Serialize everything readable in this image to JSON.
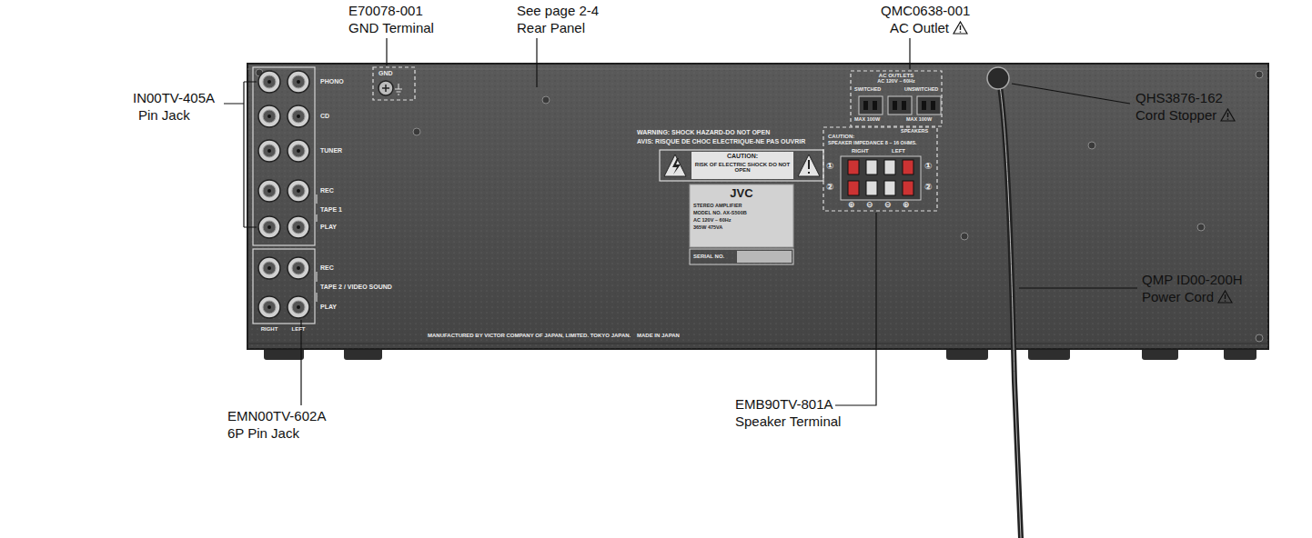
{
  "diagram": {
    "labels": [
      "E70078-001",
      "GND Terminal",
      "See page 2-4",
      "Rear Panel",
      "QMC0638-001",
      "AC Outlet",
      "IN00TV-405A",
      "Pin Jack",
      "QHS3876-162",
      "Cord Stopper",
      "EMN00TV-602A",
      "6P Pin Jack",
      "EMB90TV-801A",
      "Speaker Terminal",
      "QMP ID00-200H",
      "Power Cord",
      "PHONO",
      "CD",
      "TUNER",
      "REC",
      "TAPE 1",
      "PLAY",
      "REC",
      "TAPE 2 / VIDEO SOUND",
      "PLAY",
      "RIGHT",
      "LEFT",
      "GND",
      "WARNING: SHOCK HAZARD-DO NOT OPEN",
      "AVIS: RISQUE DE CHOC ELECTRIQUE-NE PAS OUVRIR",
      "CAUTION:",
      "RISK OF ELECTRIC SHOCK DO NOT OPEN",
      "JVC",
      "STEREO AMPLIFIER",
      "MODEL NO. AX-S500B",
      "AC 120V ~ 60Hz",
      "365W 475VA",
      "SERIAL NO.",
      "MANUFACTURED BY VICTOR COMPANY OF JAPAN, LIMITED. TOKYO JAPAN.",
      "MADE IN JAPAN",
      "AC OUTLETS",
      "AC 120V ~ 60Hz",
      "SWITCHED",
      "UNSWITCHED",
      "MAX 100W",
      "MAX 100W",
      "SPEAKERS",
      "CAUTION:",
      "SPEAKER IMPEDANCE 8 ~ 16 OHMS.",
      "RIGHT",
      "LEFT",
      "①",
      "②",
      "①",
      "②",
      "⊕",
      "⊖",
      "⊖",
      "⊕"
    ]
  }
}
